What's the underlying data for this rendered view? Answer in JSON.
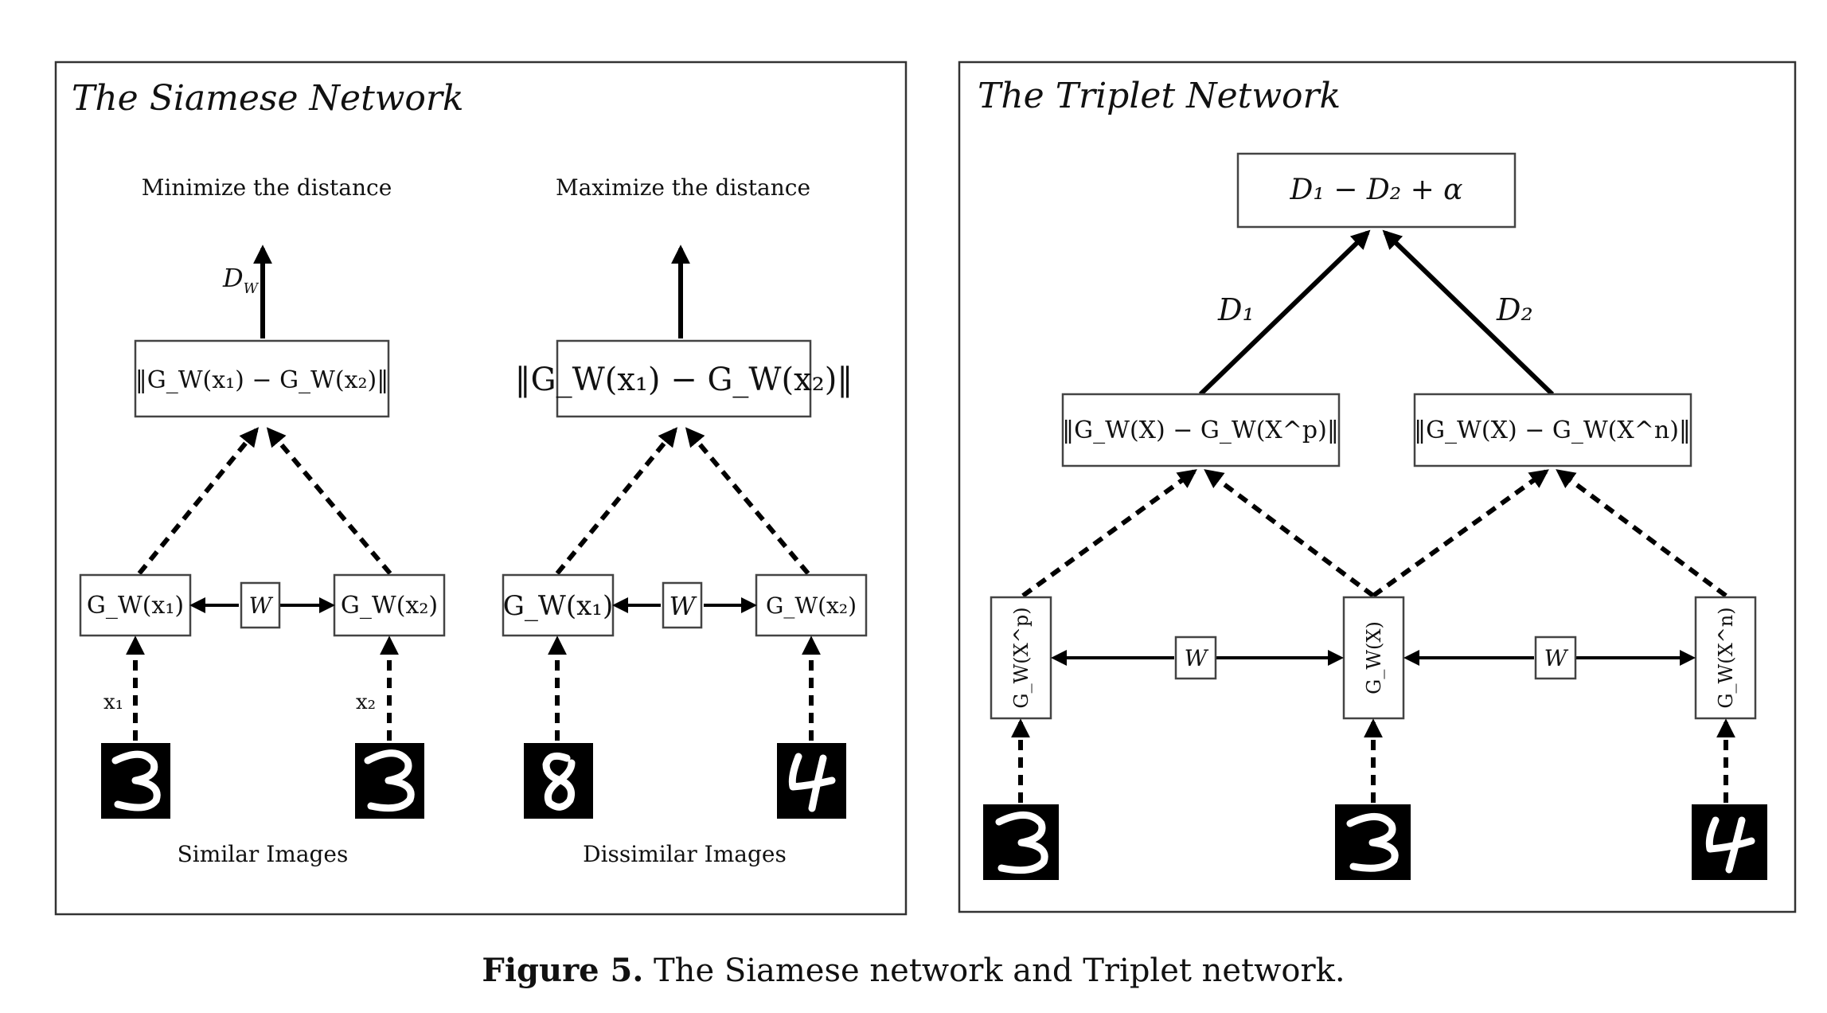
{
  "siamese": {
    "title": "The Siamese Network",
    "similar": {
      "objective": "Minimize the distance",
      "distance_label": "D",
      "distance_sub": "W",
      "output_box": "‖G_W(x₁) − G_W(x₂)‖",
      "left_encoder": "G_W(x₁)",
      "right_encoder": "G_W(x₂)",
      "shared_weights": "W",
      "input_label_1": "x₁",
      "input_label_2": "x₂",
      "digits": [
        "3",
        "3"
      ],
      "group_label": "Similar Images"
    },
    "dissimilar": {
      "objective": "Maximize the distance",
      "output_box": "‖G_W(x₁) − G_W(x₂)‖",
      "left_encoder": "G_W(x₁)",
      "right_encoder": "G_W(x₂)",
      "shared_weights": "W",
      "digits": [
        "8",
        "4"
      ],
      "group_label": "Dissimilar Images"
    }
  },
  "triplet": {
    "title": "The Triplet Network",
    "loss_box": "D₁ − D₂ + α",
    "d1": "D₁",
    "d2": "D₂",
    "pos_distance_box": "‖G_W(X) − G_W(X^p)‖",
    "neg_distance_box": "‖G_W(X) − G_W(X^n)‖",
    "encoders": [
      "G_W(X^p)",
      "G_W(X)",
      "G_W(X^n)"
    ],
    "shared_weights": [
      "W",
      "W"
    ],
    "digits": [
      "3",
      "3",
      "4"
    ]
  },
  "caption": {
    "label": "Figure 5.",
    "text": "The Siamese network and Triplet network."
  }
}
